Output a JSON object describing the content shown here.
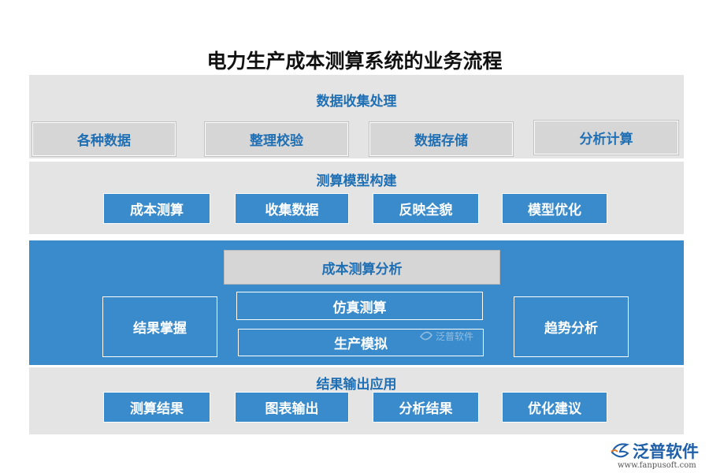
{
  "title": "电力生产成本测算系统的业务流程",
  "section1": {
    "title": "数据收集处理",
    "items": [
      "各种数据",
      "整理校验",
      "数据存储",
      "分析计算"
    ]
  },
  "section2": {
    "title": "测算模型构建",
    "items": [
      "成本测算",
      "收集数据",
      "反映全貌",
      "模型优化"
    ]
  },
  "section3": {
    "header": "成本测算分析",
    "left": "结果掌握",
    "middle": [
      "仿真测算",
      "生产模拟"
    ],
    "right": "趋势分析"
  },
  "section4": {
    "title": "结果输出应用",
    "items": [
      "测算结果",
      "图表输出",
      "分析结果",
      "优化建议"
    ]
  },
  "watermark": {
    "text": "泛普软件"
  },
  "logo": {
    "name": "泛普软件",
    "url": "www.fanpusoft.com",
    "color": "#1f5fa8"
  },
  "colors": {
    "blue": "#3a8bcb",
    "gray_band": "#e4e4e4",
    "gray_box": "#d6d6d6",
    "title_blue": "#1f6fb5"
  }
}
